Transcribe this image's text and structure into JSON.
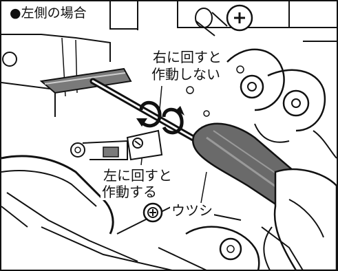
{
  "header": {
    "label": "●左側の場合"
  },
  "annotations": {
    "turn_right_line1": "右に回すと",
    "turn_right_line2": "作動しない",
    "turn_left_line1": "左に回すと",
    "turn_left_line2": "作動する",
    "screw": "ウツシ"
  },
  "colors": {
    "ink": "#111111",
    "shade": "#6e6e6e",
    "light_shade": "#bdbdbd",
    "paper": "#ffffff"
  }
}
